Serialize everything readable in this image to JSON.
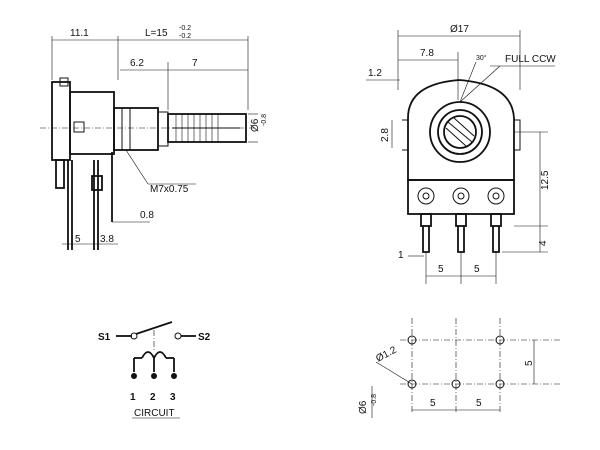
{
  "side_view": {
    "dims": {
      "body_width": "11.1",
      "length_main": "L=15",
      "length_tol_upper": "-0.2",
      "length_tol_lower": "-0.2",
      "bushing_len": "6.2",
      "shaft_len": "7",
      "shaft_dia": "Ø6",
      "shaft_dia_tol": "-0.8",
      "thread": "M7x0.75",
      "gap": "0.8",
      "pin_pitch": "5",
      "pin_offset": "3.8"
    }
  },
  "front_view": {
    "dims": {
      "width": "Ø17",
      "offset": "7.8",
      "angle": "30°",
      "rotation": "FULL CCW",
      "tab_offset": "1.2",
      "tab_height": "2.8",
      "height": "12.5",
      "pin_len": "4",
      "pin_w": "1",
      "pitch_1": "5",
      "pitch_2": "5"
    }
  },
  "circuit": {
    "switch_1": "S1",
    "switch_2": "S2",
    "pin_1": "1",
    "pin_2": "2",
    "pin_3": "3",
    "caption": "CIRCUIT"
  },
  "pcb_layout": {
    "hole_dia": "Ø1.2",
    "hole_dia_2": "Ø6",
    "hole_dia_2_tol": "-0.8",
    "pitch_x1": "5",
    "pitch_x2": "5",
    "pitch_y": "5"
  }
}
